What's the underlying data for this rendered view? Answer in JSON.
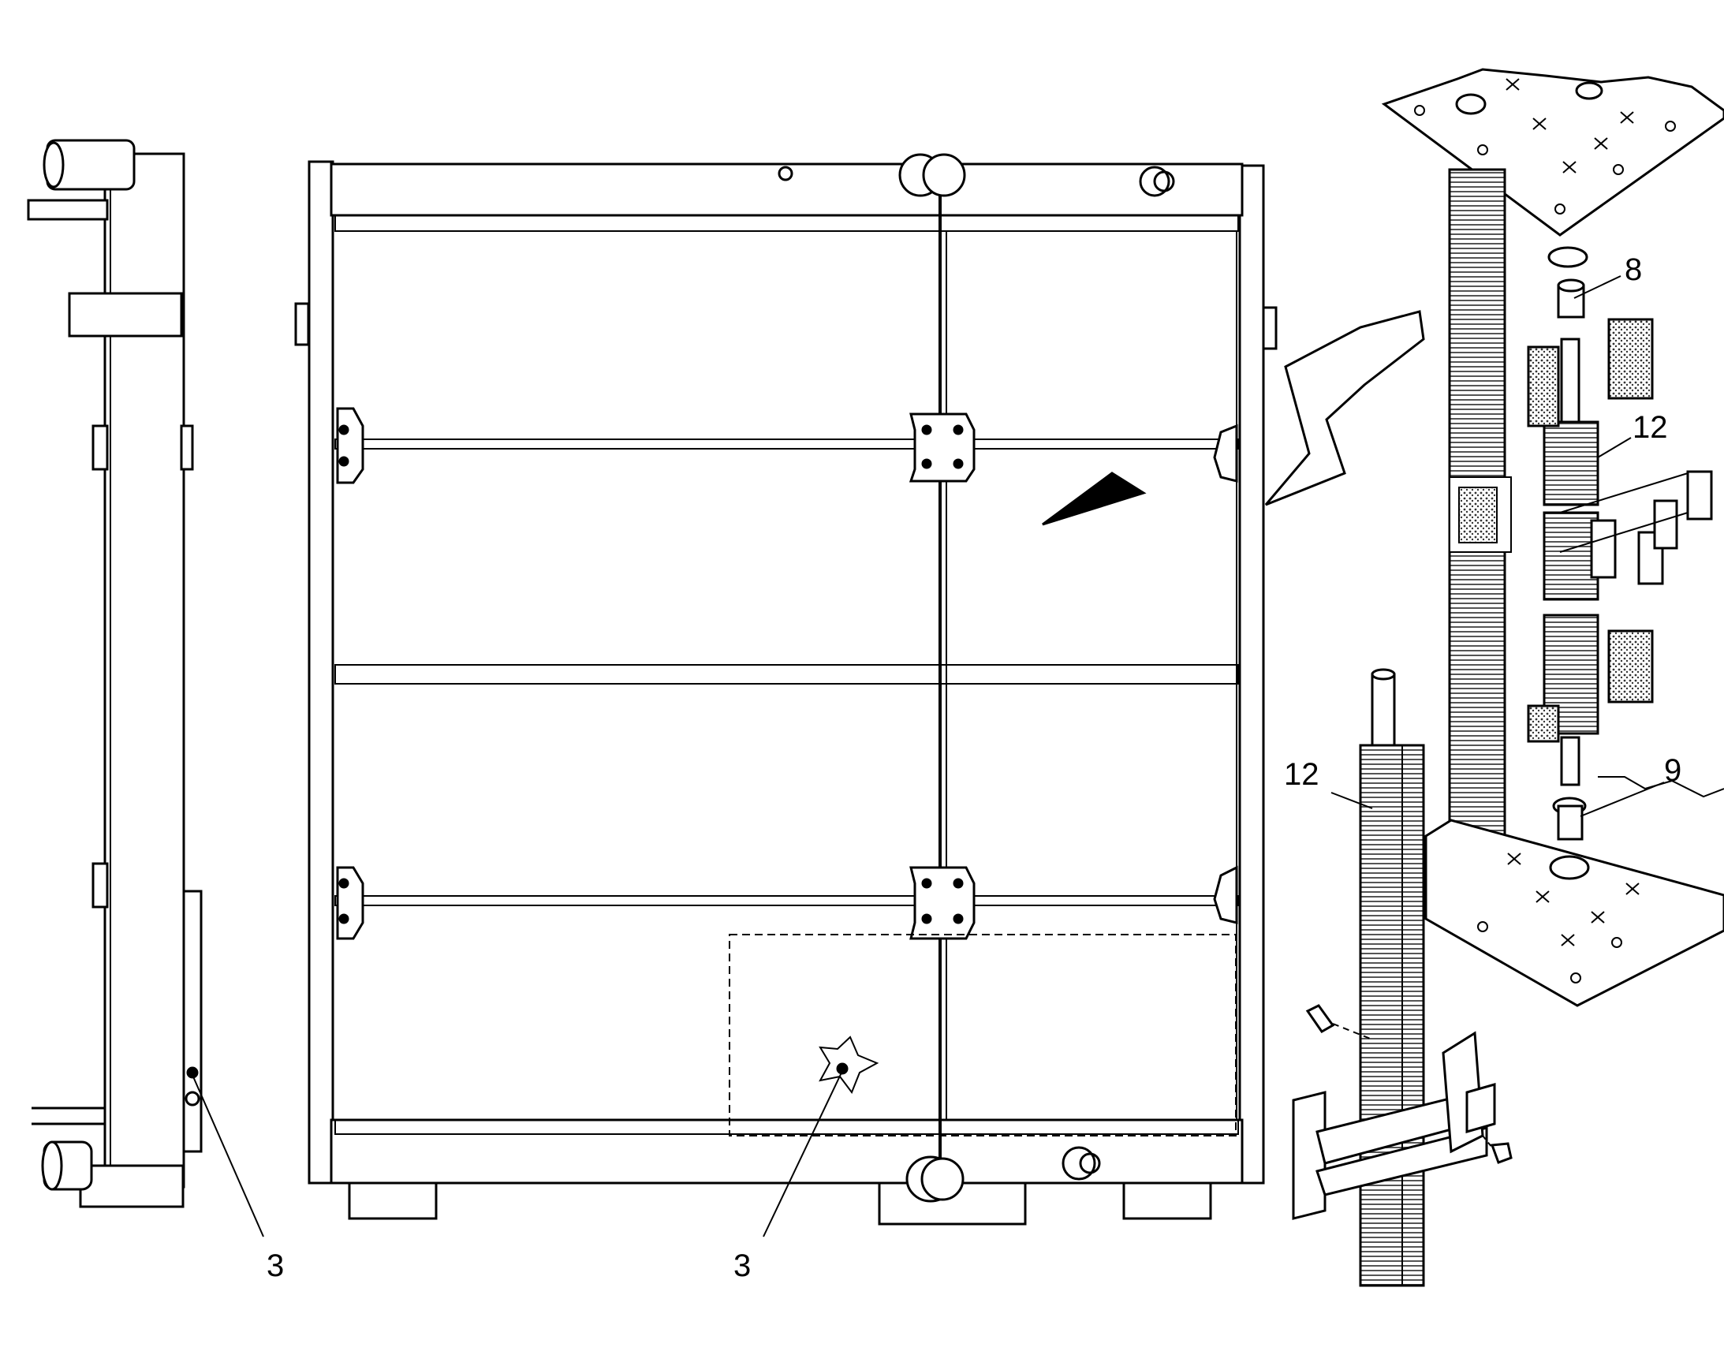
{
  "diagram": {
    "colors": {
      "ink": "#000000",
      "paper": "#ffffff",
      "hatch": "#555555"
    },
    "callouts": [
      {
        "id": "side-view",
        "label": "3"
      },
      {
        "id": "front-view",
        "label": "3"
      },
      {
        "id": "detail-top-coupling",
        "label": "8"
      },
      {
        "id": "detail-core-upper",
        "label": "12"
      },
      {
        "id": "detail-core-left",
        "label": "12"
      },
      {
        "id": "detail-bottom-coupling",
        "label": "9"
      }
    ]
  }
}
